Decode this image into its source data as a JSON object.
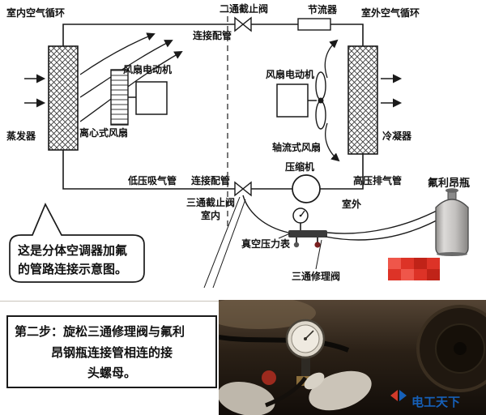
{
  "diagram": {
    "top_labels": {
      "indoor_air_circulation": "室内空气循环",
      "two_way_stop_valve": "二通截止阀",
      "throttle": "节流器",
      "outdoor_air_circulation": "室外空气循环",
      "connecting_pipe_top": "连接配管"
    },
    "components": {
      "fan_motor_left": "风扇电动机",
      "fan_motor_right": "风扇电动机",
      "evaporator": "蒸发器",
      "centrifugal_fan": "离心式风扇",
      "axial_fan": "轴流式风扇",
      "condenser": "冷凝器",
      "compressor": "压缩机"
    },
    "bottom_labels": {
      "low_pressure_suction_pipe": "低压吸气管",
      "connecting_pipe_bottom": "连接配管",
      "three_way_stop_valve": "三通截止阀",
      "indoor": "室内",
      "outdoor": "室外",
      "high_pressure_discharge_pipe": "高压排气管",
      "freon_bottle": "氟利昂瓶",
      "vacuum_pressure_gauge": "真空压力表",
      "three_way_repair_valve": "三通修理阀"
    },
    "speech_bubble_lines": [
      "这是分体空调器加氟",
      "的管路连接示意图。"
    ]
  },
  "step_note": {
    "lines": [
      "第二步：旋松三通修理阀与氟利",
      "昂钢瓶连接管相连的接",
      "头螺母。"
    ]
  },
  "watermark": {
    "brand": "电工天下"
  },
  "colors": {
    "line": "#1a1a1a",
    "red_block": "#dd3327",
    "brand_blue": "#1660b8"
  }
}
